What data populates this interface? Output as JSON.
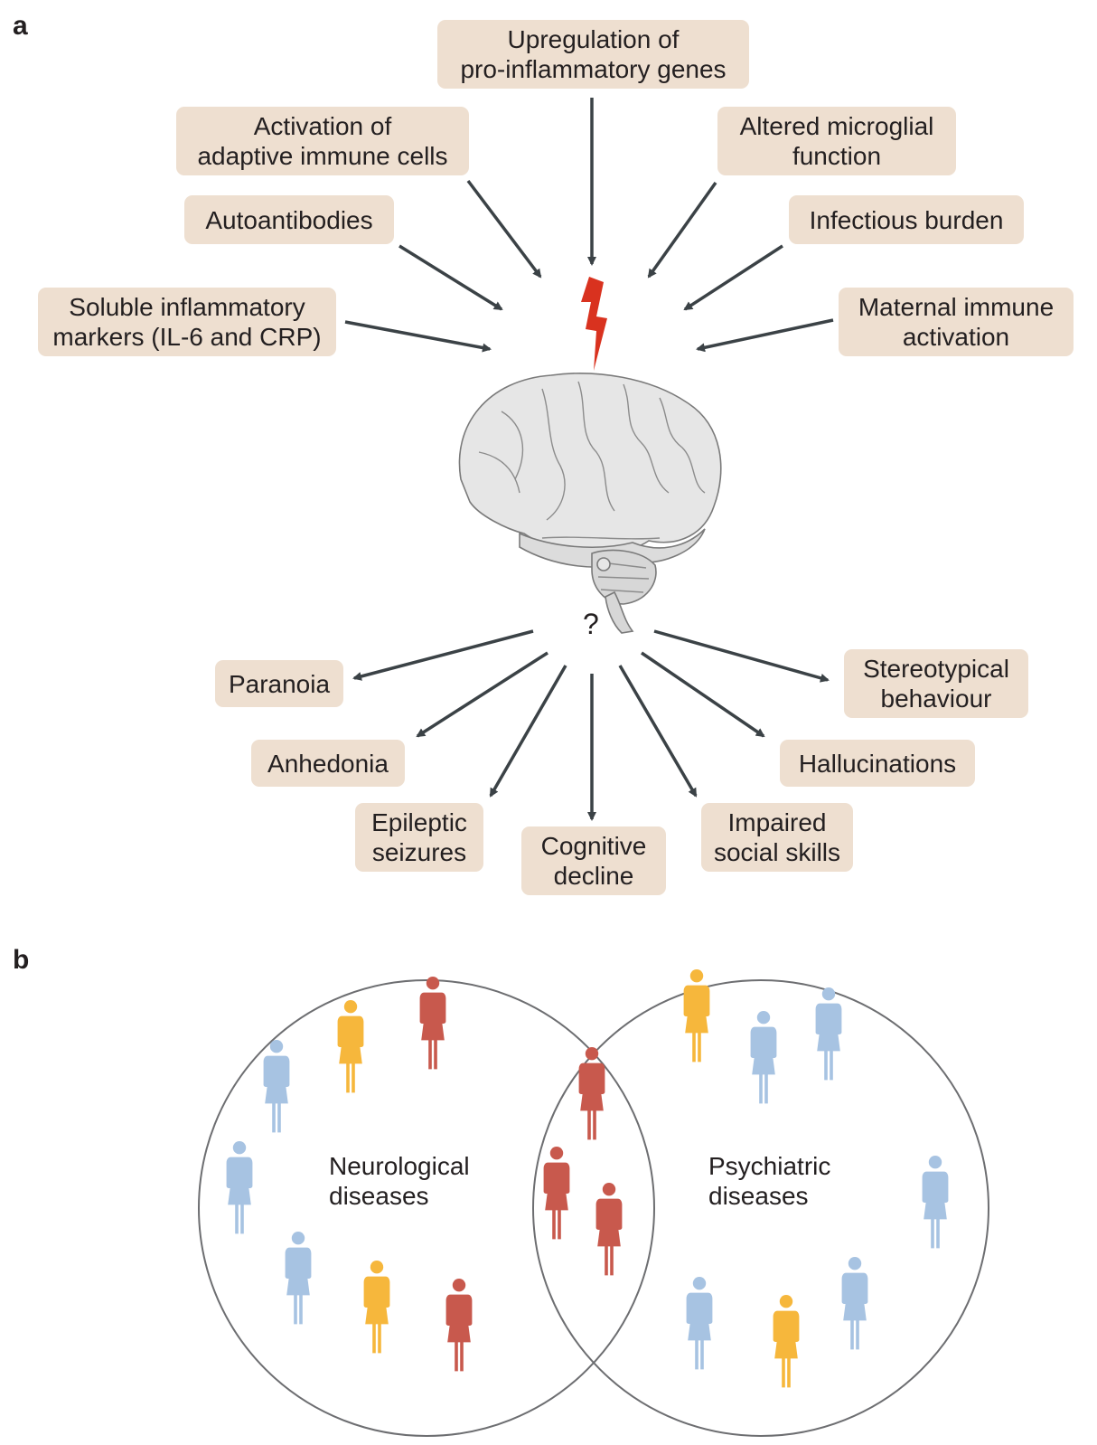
{
  "panel_a": {
    "label": "a",
    "causes": [
      {
        "id": "upregulation",
        "text": "Upregulation of\npro-inflammatory genes"
      },
      {
        "id": "adaptive",
        "text": "Activation of\nadaptive immune cells"
      },
      {
        "id": "microglial",
        "text": "Altered microglial\nfunction"
      },
      {
        "id": "autoantibodies",
        "text": "Autoantibodies"
      },
      {
        "id": "infectious",
        "text": "Infectious burden"
      },
      {
        "id": "soluble",
        "text": "Soluble inflammatory\nmarkers (IL-6 and CRP)"
      },
      {
        "id": "maternal",
        "text": "Maternal immune\nactivation"
      }
    ],
    "question_mark": "?",
    "outcomes": [
      {
        "id": "paranoia",
        "text": "Paranoia"
      },
      {
        "id": "stereotypical",
        "text": "Stereotypical\nbehaviour"
      },
      {
        "id": "anhedonia",
        "text": "Anhedonia"
      },
      {
        "id": "hallucinations",
        "text": "Hallucinations"
      },
      {
        "id": "epileptic",
        "text": "Epileptic\nseizures"
      },
      {
        "id": "cognitive",
        "text": "Cognitive\ndecline"
      },
      {
        "id": "impaired",
        "text": "Impaired\nsocial skills"
      }
    ]
  },
  "panel_b": {
    "label": "b",
    "left_set": "Neurological\ndiseases",
    "right_set": "Psychiatric\ndiseases"
  },
  "colors": {
    "box_fill": "#eedfd0",
    "arrow": "#3b4246",
    "bolt": "#d9321f",
    "brain": "#e6e6e6",
    "person_blue": "#a7c3e2",
    "person_yellow": "#f6b73c",
    "person_red": "#c8594d",
    "circle_stroke": "#6d6e71"
  }
}
